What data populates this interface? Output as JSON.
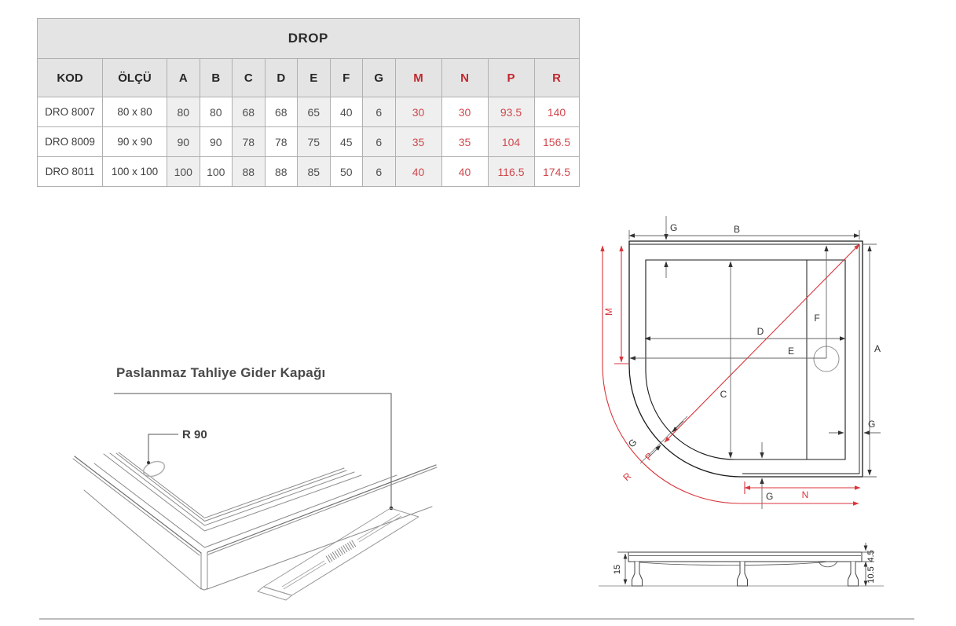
{
  "table": {
    "title": "DROP",
    "headers": [
      "KOD",
      "ÖLÇÜ",
      "A",
      "B",
      "C",
      "D",
      "E",
      "F",
      "G",
      "M",
      "N",
      "P",
      "R"
    ],
    "rows": [
      {
        "cells": [
          "DRO 8007",
          "80 x 80",
          "80",
          "80",
          "68",
          "68",
          "65",
          "40",
          "6",
          "30",
          "30",
          "93.5",
          "140"
        ]
      },
      {
        "cells": [
          "DRO 8009",
          "90 x 90",
          "90",
          "90",
          "78",
          "78",
          "75",
          "45",
          "6",
          "35",
          "35",
          "104",
          "156.5"
        ]
      },
      {
        "cells": [
          "DRO 8011",
          "100 x 100",
          "100",
          "100",
          "88",
          "88",
          "85",
          "50",
          "6",
          "40",
          "40",
          "116.5",
          "174.5"
        ]
      }
    ]
  },
  "iso": {
    "title": "Paslanmaz Tahliye Gider Kapağı",
    "drain_radius_label": "R 90"
  },
  "plan": {
    "labels": {
      "a": "A",
      "b": "B",
      "c": "C",
      "d": "D",
      "e": "E",
      "f": "F",
      "g": "G",
      "m": "M",
      "n": "N",
      "p": "P",
      "r": "R"
    }
  },
  "side": {
    "total_height": "15",
    "top_thickness": "4.5",
    "bottom_clearance": "10.5"
  },
  "colors": {
    "accent_red_drawing": "#d8363c",
    "table_header_red": "#c2272d",
    "table_value_red": "#d0494f",
    "table_header_bg": "#e4e4e4",
    "table_alt_col_bg": "#efefef",
    "table_border": "#b0b0b0",
    "drawing_line_dark": "#1a1a1a",
    "drawing_line_gray": "#8c8c8c"
  }
}
